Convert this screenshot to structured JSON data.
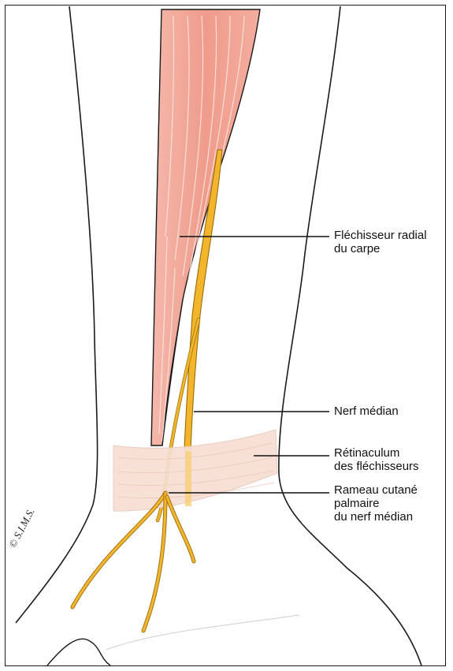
{
  "labels": {
    "flexor_carpi_radialis": [
      "Fléchisseur radial",
      "du carpe"
    ],
    "median_nerve": [
      "Nerf médian"
    ],
    "flexor_retinaculum": [
      "Rétinaculum",
      "des fléchisseurs"
    ],
    "palmar_cutaneous_branch": [
      "Rameau cutané",
      "palmaire",
      "du nerf médian"
    ]
  },
  "copyright": "© S.I.M.S.",
  "colors": {
    "muscle": "#f2a79a",
    "muscle_fibers": "#fbe0d8",
    "nerve": "#f2b52c",
    "nerve_outline": "#b8860b",
    "retinaculum": "#f6e0d6",
    "outline": "#1a1a1a",
    "leader_line": "#111111"
  }
}
